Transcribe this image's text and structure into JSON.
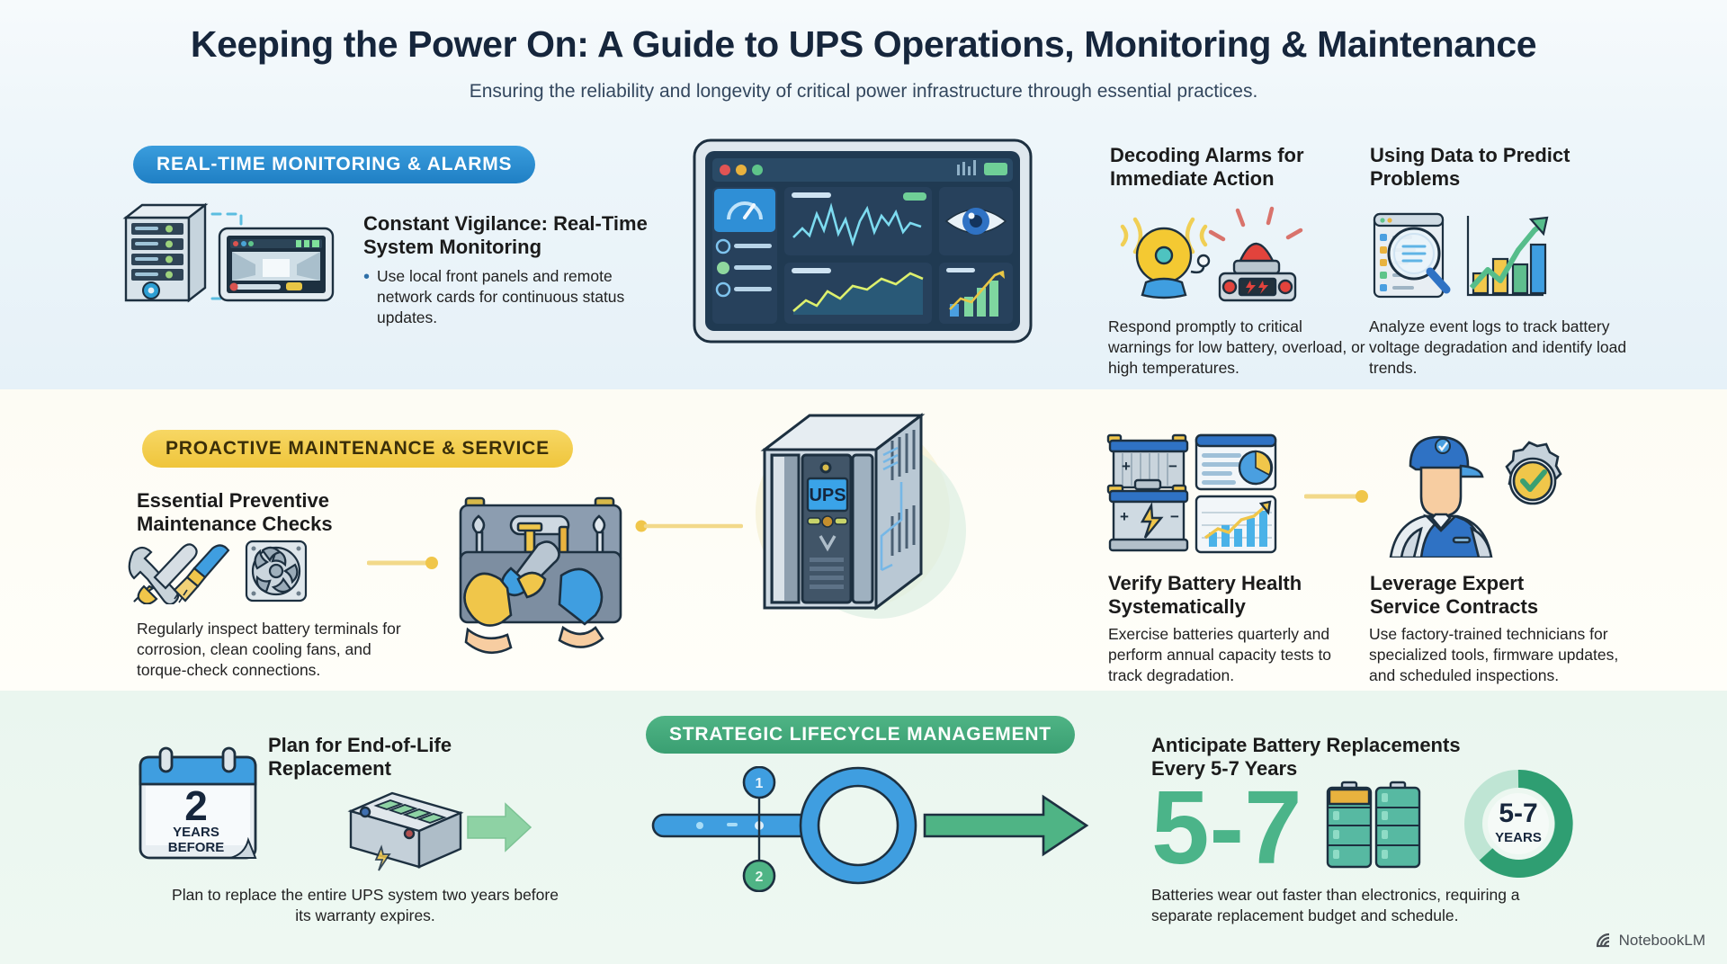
{
  "header": {
    "title": "Keeping the Power On: A Guide to UPS Operations, Monitoring & Maintenance",
    "subtitle": "Ensuring the reliability and longevity of critical power infrastructure through essential practices."
  },
  "colors": {
    "band1": "#e6f1f8",
    "band2": "#fffef9",
    "band3": "#eaf6ef",
    "accent_blue": "#1f7fc4",
    "accent_yellow": "#efc53b",
    "accent_green": "#3a9f72",
    "title_navy": "#16263c"
  },
  "sections": [
    {
      "id": "monitoring",
      "pill": "REAL-TIME MONITORING & ALARMS",
      "columns": [
        {
          "heading": "Constant Vigilance: Real-Time System Monitoring",
          "bullet": "Use local front panels and remote network cards for continuous status updates."
        },
        {
          "heading": "Decoding Alarms for Immediate Action",
          "body": "Respond promptly to critical warnings for low battery, overload, or high temperatures."
        },
        {
          "heading": "Using Data to Predict Problems",
          "body": "Analyze event logs to track battery voltage degradation and identify load trends."
        }
      ]
    },
    {
      "id": "maintenance",
      "pill": "PROACTIVE MAINTENANCE & SERVICE",
      "columns": [
        {
          "heading": "Essential Preventive Maintenance Checks",
          "body": "Regularly inspect battery terminals for corrosion, clean cooling fans, and torque-check connections."
        },
        {
          "heading": "Verify Battery Health Systematically",
          "body": "Exercise batteries quarterly and perform annual capacity tests to track degradation."
        },
        {
          "heading": "Leverage Expert Service Contracts",
          "body": "Use factory-trained technicians for specialized tools, firmware updates, and scheduled inspections."
        }
      ]
    },
    {
      "id": "lifecycle",
      "pill": "STRATEGIC LIFECYCLE MANAGEMENT",
      "columns": [
        {
          "heading": "Plan for End-of-Life Replacement",
          "body": "Plan to replace the entire UPS system two years before its warranty expires."
        },
        {
          "heading": "Anticipate Battery Replacements Every 5-7 Years",
          "body": "Batteries wear out faster than electronics, requiring a separate replacement budget and schedule."
        }
      ]
    }
  ],
  "graphics": {
    "calendar_number": "2",
    "calendar_line1": "YEARS",
    "calendar_line2": "BEFORE",
    "ups_screen_label": "UPS",
    "big_stat": "5-7",
    "donut_value": "5-7",
    "donut_unit": "YEARS",
    "timeline_step1": "1",
    "timeline_step2": "2"
  },
  "watermark": {
    "label": "NotebookLM"
  }
}
